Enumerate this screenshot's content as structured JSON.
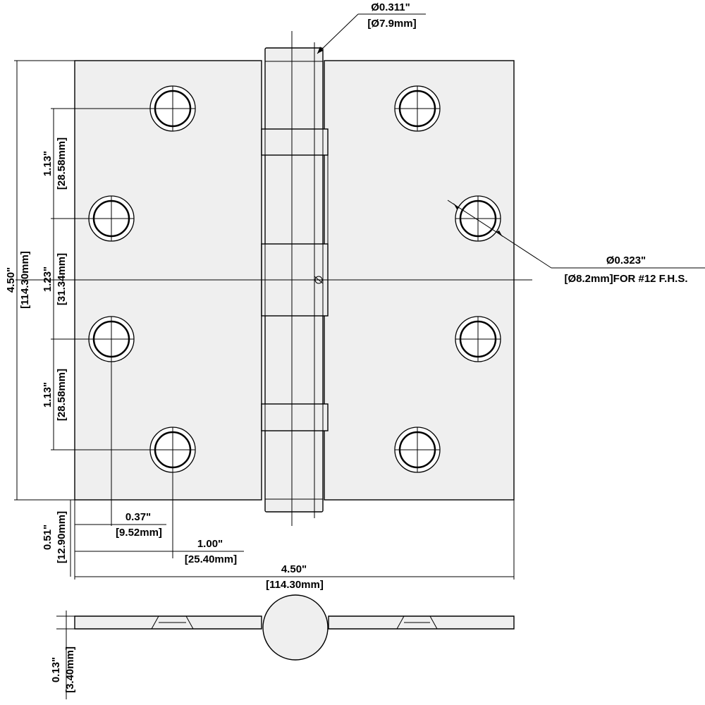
{
  "dimensions": {
    "pin_diameter": {
      "in": "Ø0.311\"",
      "mm": "[Ø7.9mm]"
    },
    "hole_diameter": {
      "in": "Ø0.323\"",
      "mm": "[Ø8.2mm]FOR #12 F.H.S."
    },
    "height_total": {
      "in": "4.50\"",
      "mm": "[114.30mm]"
    },
    "spacing_top": {
      "in": "1.13\"",
      "mm": "[28.58mm]"
    },
    "spacing_middle": {
      "in": "1.23\"",
      "mm": "[31.34mm]"
    },
    "spacing_bottom": {
      "in": "1.13\"",
      "mm": "[28.58mm]"
    },
    "bottom_edge_offset": {
      "in": "0.51\"",
      "mm": "[12.90mm]"
    },
    "inner_hole_offset": {
      "in": "0.37\"",
      "mm": "[9.52mm]"
    },
    "outer_hole_offset": {
      "in": "1.00\"",
      "mm": "[25.40mm]"
    },
    "width_total": {
      "in": "4.50\"",
      "mm": "[114.30mm]"
    },
    "thickness": {
      "in": "0.13\"",
      "mm": "[3.40mm]"
    }
  }
}
